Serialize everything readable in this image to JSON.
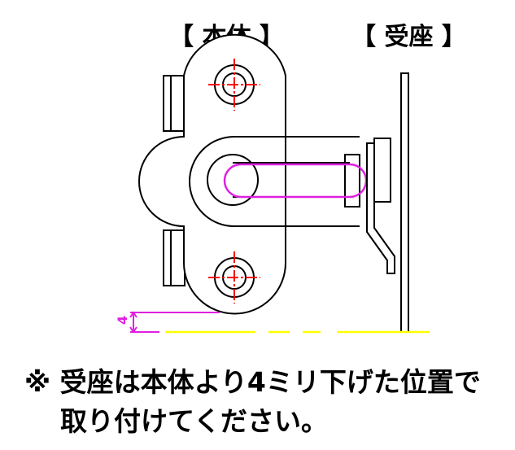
{
  "labels": {
    "body": "【 本体 】",
    "seat": "【 受座 】"
  },
  "dimension": {
    "value": "4"
  },
  "note": {
    "line1": "※ 受座は本体より4ミリ下げた位置で",
    "line2": "取り付けてください。"
  },
  "colors": {
    "outline": "#000000",
    "centerline": "#ff0000",
    "slot": "#e020e0",
    "dimension": "#e020e0",
    "reference": "#ffff00"
  }
}
